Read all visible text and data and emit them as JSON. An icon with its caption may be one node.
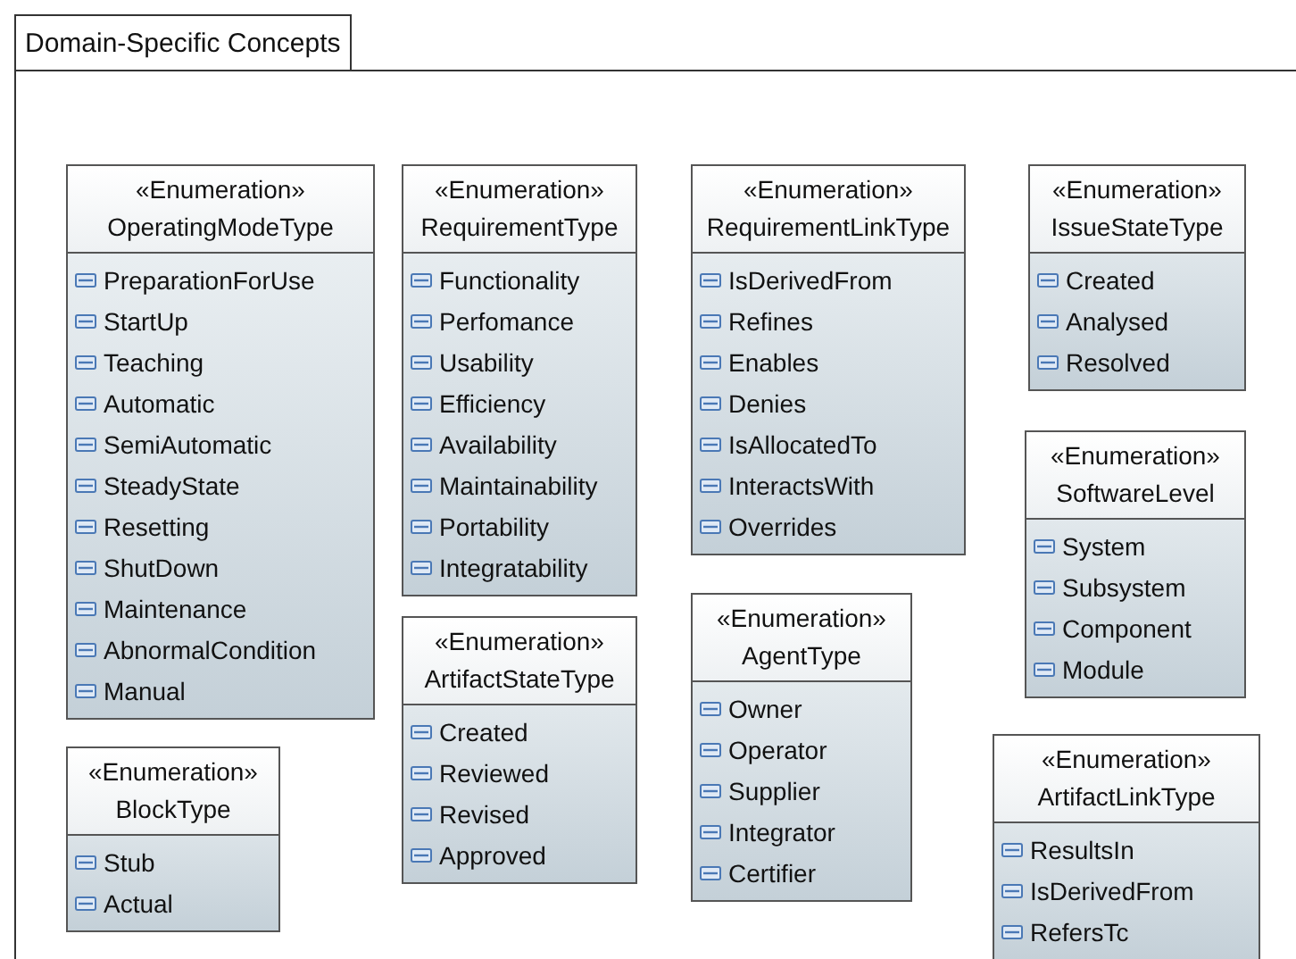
{
  "diagram": {
    "nodes": [
      {
        "text": [
          "Domain-Specific Concepts"
        ]
      },
      {
        "text": [
          "«Enumeration»",
          "OperatingModeType",
          "PreparationForUse",
          "StartUp",
          "Teaching",
          "Automatic",
          "SemiAutomatic",
          "SteadyState",
          "Resetting",
          "ShutDown",
          "Maintenance",
          "AbnormalCondition",
          "Manual"
        ],
        "in": 0
      },
      {
        "text": [
          "«Enumeration»",
          "RequirementType",
          "Functionality",
          "Perfomance",
          "Usability",
          "Efficiency",
          "Availability",
          "Maintainability",
          "Portability",
          "Integratability"
        ],
        "in": 0
      },
      {
        "text": [
          "«Enumeration»",
          "RequirementLinkType",
          "IsDerivedFrom",
          "Refines",
          "Enables",
          "Denies",
          "IsAllocatedTo",
          "InteractsWith",
          "Overrides"
        ],
        "in": 0
      },
      {
        "text": [
          "«Enumeration»",
          "IssueStateType",
          "Created",
          "Analysed",
          "Resolved"
        ],
        "in": 0
      },
      {
        "text": [
          "«Enumeration»",
          "SoftwareLevel",
          "System",
          "Subsystem",
          "Component",
          "Module"
        ],
        "in": 0
      },
      {
        "text": [
          "«Enumeration»",
          "AgentType",
          "Owner",
          "Operator",
          "Supplier",
          "Integrator",
          "Certifier"
        ],
        "in": 0
      },
      {
        "text": [
          "«Enumeration»",
          "ArtifactStateType",
          "Created",
          "Reviewed",
          "Revised",
          "Approved"
        ],
        "in": 0
      },
      {
        "text": [
          "«Enumeration»",
          "ArtifactLinkType",
          "ResultsIn",
          "IsDerivedFrom",
          "RefersTc"
        ],
        "in": 0
      },
      {
        "text": [
          "«Enumeration»",
          "BlockType",
          "Stub",
          "Actual"
        ],
        "in": 0
      }
    ]
  }
}
